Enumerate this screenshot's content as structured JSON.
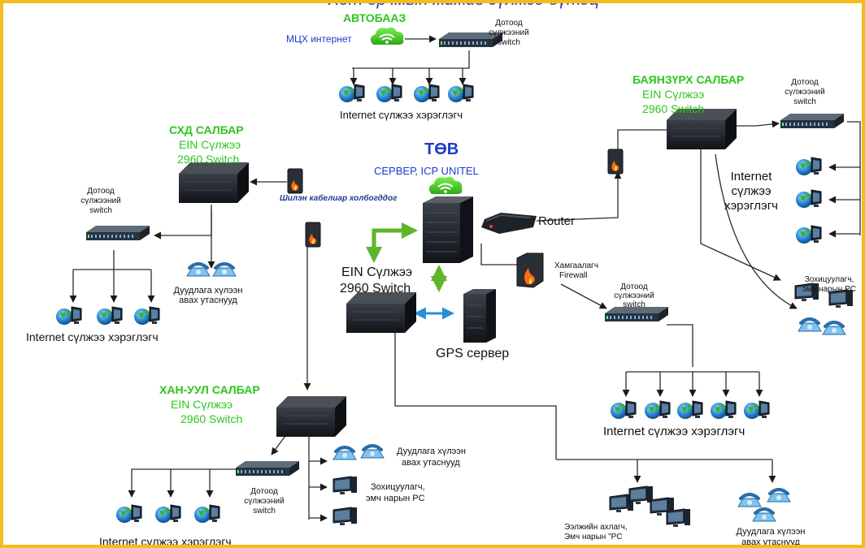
{
  "top_title": "Хот орчмын жижиг сүлжээ бүтэц",
  "center": {
    "title": "ТӨВ",
    "subtitle": "СЕРВЕР,  ICP UNITEL",
    "switch_line1": "EIN Сүлжээ",
    "switch_line2": "2960 Switch",
    "gps": "GPS сервер",
    "router": "Router",
    "firewall_line1": "Хамгаалагч",
    "firewall_line2": "Firewall",
    "cable": "Шилэн кабелиар холбогддог"
  },
  "autobaaz": {
    "title": "АВТОБААЗ",
    "internet": "МЦХ интернет",
    "switch_label": [
      "Дотоод",
      "сүлжээний",
      "switch"
    ],
    "users": "Internet сүлжээ хэрэглэгч"
  },
  "skhd": {
    "title": "СХД САЛБАР",
    "line1": "EIN Сүлжээ",
    "line2": "2960 Switch",
    "switch_label": [
      "Дотоод",
      "сүлжээний",
      "switch"
    ],
    "phones": [
      "Дуудлага хүлээн",
      "авах утаснууд"
    ],
    "users": "Internet сүлжээ хэрэглэгч"
  },
  "bayanzurkh": {
    "title": "БАЯНЗҮРХ САЛБАР",
    "line1": "EIN Сүлжээ",
    "line2": "2960 Switch",
    "switch_label": [
      "Дотоод",
      "сүлжээний",
      "switch"
    ],
    "users": [
      "Internet",
      "сүлжээ",
      "хэрэглэгч"
    ],
    "staff": [
      "Зохицуулагч,",
      "эмч нарын PC"
    ]
  },
  "internal": {
    "switch_label": [
      "Дотоод",
      "сүлжээний",
      "switch"
    ],
    "users": "Internet сүлжээ хэрэглэгч"
  },
  "khanuul": {
    "title": "ХАН-УУЛ САЛБАР",
    "line1": "EIN Сүлжээ",
    "line2": "2960 Switch",
    "switch_label": [
      "Дотоод",
      "сүлжээний",
      "switch"
    ],
    "phones": [
      "Дуудлага хүлээн",
      "авах утаснууд"
    ],
    "staff": [
      "Зохицуулагч,",
      "эмч нарын PC"
    ],
    "users": "Internet сүлжээ хэрэглэгч"
  },
  "bottom": {
    "doctors": [
      "Ээлжийн ахлагч,",
      "Эмч нарын \"PC"
    ],
    "phones": [
      "Дуудлага хүлээн",
      "авах утаснууд"
    ]
  },
  "colors": {
    "frame": "#f3bd1a",
    "green_label": "#2ec51d",
    "blue_title": "#1d3cc9",
    "arrow_green": "#5fb52a",
    "arrow_blue": "#2a8ed6"
  }
}
